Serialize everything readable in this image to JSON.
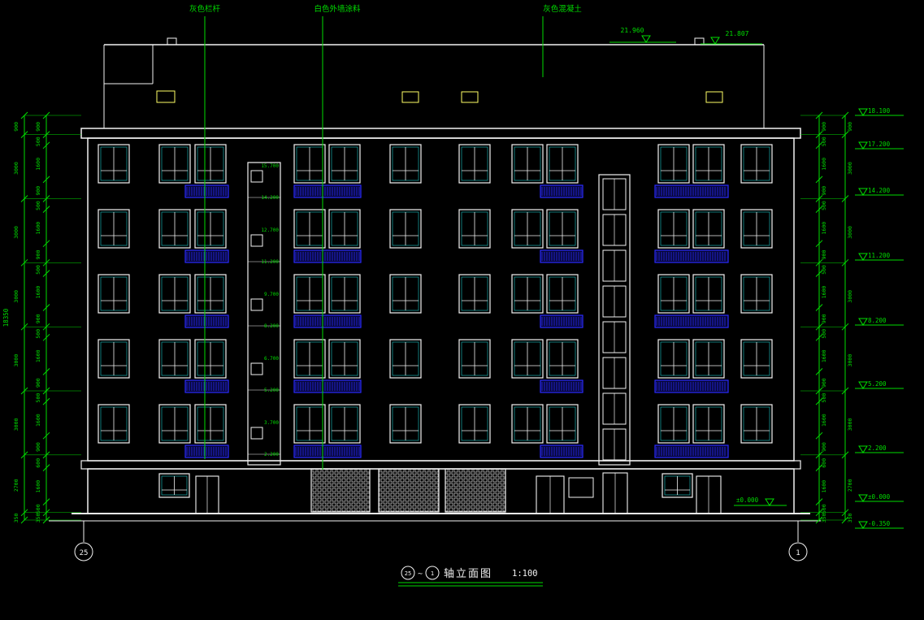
{
  "colors": {
    "background": "#000000",
    "line_white": "#f2f2f2",
    "dim_green": "#00dd00",
    "railing_blue": "#2a2aff",
    "vent_yellow": "#ffff66",
    "glass_cyan": "#19c9c9"
  },
  "annotations": {
    "railing_label": "灰色栏杆",
    "paint_label": "白色外墙涂料",
    "concrete_label": "灰色混凝土"
  },
  "roof_marks": [
    "21.960",
    "21.807"
  ],
  "right_levels": [
    "18.100",
    "17.200",
    "14.200",
    "11.200",
    "8.200",
    "5.200",
    "2.200",
    "±0.000",
    "-0.350"
  ],
  "stair_levels": [
    "15.700",
    "14.200",
    "12.700",
    "11.200",
    "9.700",
    "8.200",
    "6.700",
    "5.200",
    "3.700",
    "2.200"
  ],
  "ground_mark": "±0.000",
  "dims": {
    "overall_left": "18350",
    "left_inner": [
      "900",
      "500",
      "1600",
      "900",
      "500",
      "1600",
      "900",
      "500",
      "1600",
      "900",
      "500",
      "1600",
      "900",
      "500",
      "1600",
      "900",
      "600",
      "1600",
      "500",
      "350"
    ],
    "left_outer": [
      "900",
      "3000",
      "3000",
      "3000",
      "3000",
      "3000",
      "2700",
      "350"
    ],
    "right_inner": [
      "900",
      "500",
      "1600",
      "900",
      "500",
      "1600",
      "900",
      "500",
      "1600",
      "900",
      "500",
      "1600",
      "900",
      "500",
      "1600",
      "900",
      "600",
      "1600",
      "500",
      "350"
    ],
    "right_outer": [
      "900",
      "3000",
      "3000",
      "3000",
      "3000",
      "3000",
      "2700",
      "350"
    ]
  },
  "axis_bubbles": {
    "left": "25",
    "right": "1"
  },
  "title": {
    "axis_from": "25",
    "separator": "~",
    "axis_to": "1",
    "name": "轴立面图",
    "scale": "1:100"
  }
}
